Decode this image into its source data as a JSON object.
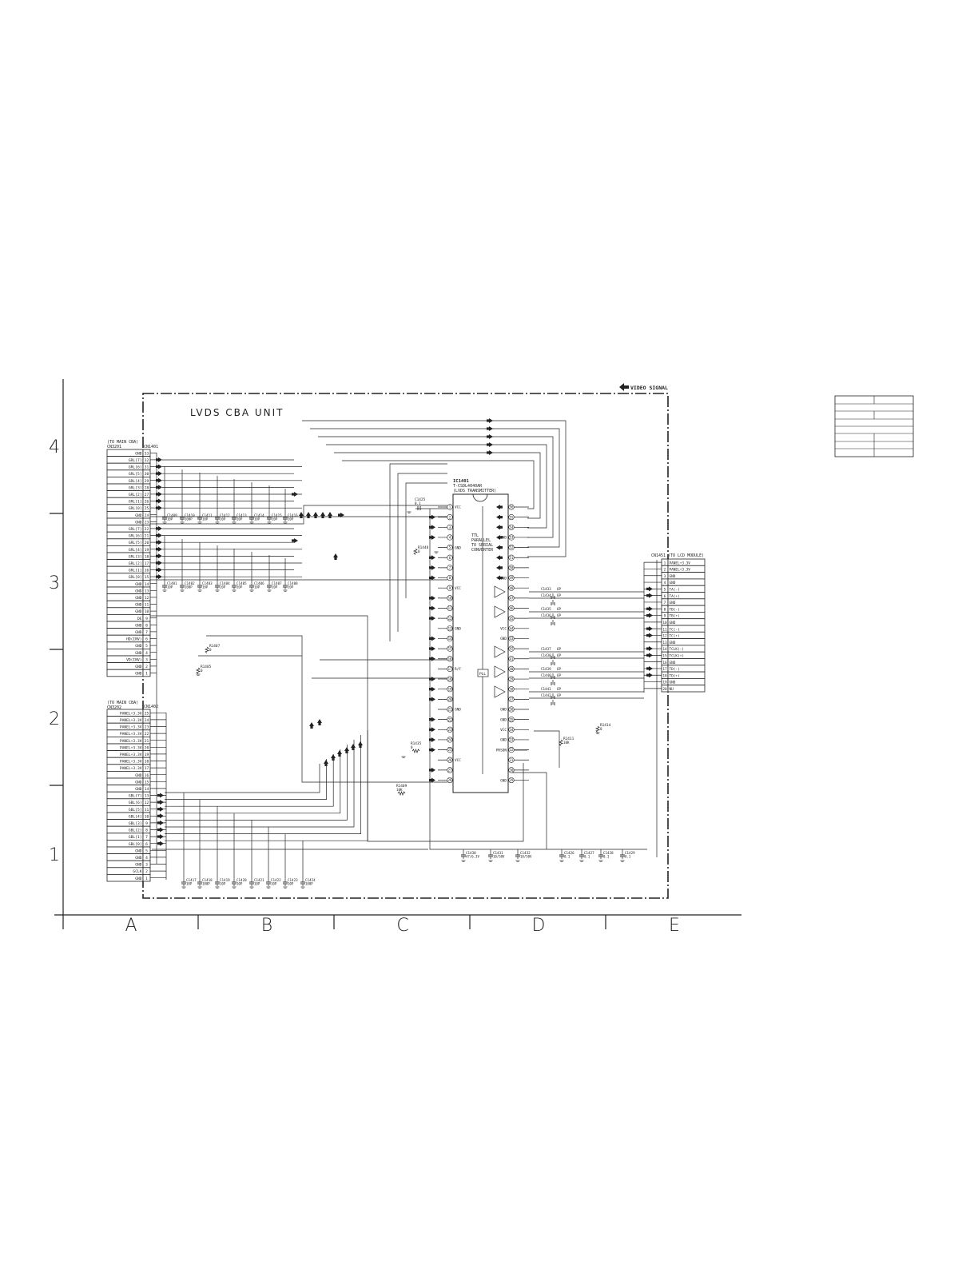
{
  "unit_title": "LVDS CBA UNIT",
  "legend_arrow": "VIDEO SIGNAL",
  "grid": {
    "rows": [
      "4",
      "3",
      "2",
      "1"
    ],
    "cols": [
      "A",
      "B",
      "C",
      "D",
      "E"
    ]
  },
  "cn1401": {
    "ref": "CN1401",
    "note1": "(TO MAIN CBA)",
    "note2": "CN3201",
    "pins": [
      {
        "n": "33",
        "s": "GND"
      },
      {
        "n": "32",
        "s": "GRL[7]"
      },
      {
        "n": "31",
        "s": "GRL[6]"
      },
      {
        "n": "30",
        "s": "GRL[5]"
      },
      {
        "n": "29",
        "s": "GRL[4]"
      },
      {
        "n": "28",
        "s": "GRL[3]"
      },
      {
        "n": "27",
        "s": "GRL[2]"
      },
      {
        "n": "26",
        "s": "GRL[1]"
      },
      {
        "n": "25",
        "s": "GRL[0]"
      },
      {
        "n": "24",
        "s": "GND"
      },
      {
        "n": "23",
        "s": "GND"
      },
      {
        "n": "22",
        "s": "GRL[7]"
      },
      {
        "n": "21",
        "s": "GRL[6]"
      },
      {
        "n": "20",
        "s": "GRL[5]"
      },
      {
        "n": "19",
        "s": "GRL[4]"
      },
      {
        "n": "18",
        "s": "GRL[3]"
      },
      {
        "n": "17",
        "s": "GRL[2]"
      },
      {
        "n": "16",
        "s": "GRL[1]"
      },
      {
        "n": "15",
        "s": "GRL[0]"
      },
      {
        "n": "14",
        "s": "GND"
      },
      {
        "n": "13",
        "s": "GND"
      },
      {
        "n": "12",
        "s": "GND"
      },
      {
        "n": "11",
        "s": "GND"
      },
      {
        "n": "10",
        "s": "GND"
      },
      {
        "n": "9",
        "s": "DE"
      },
      {
        "n": "8",
        "s": "GND"
      },
      {
        "n": "7",
        "s": "GND"
      },
      {
        "n": "6",
        "s": "HD(INV)"
      },
      {
        "n": "5",
        "s": "GND"
      },
      {
        "n": "4",
        "s": "GND"
      },
      {
        "n": "3",
        "s": "VD(INV)"
      },
      {
        "n": "2",
        "s": "GND"
      },
      {
        "n": "1",
        "s": "GND"
      }
    ]
  },
  "cn1402": {
    "ref": "CN1402",
    "note1": "(TO MAIN CBA)",
    "note2": "CN3202",
    "pins": [
      {
        "n": "25",
        "s": "PANEL+3.3V"
      },
      {
        "n": "24",
        "s": "PANEL+3.3V"
      },
      {
        "n": "23",
        "s": "PANEL+3.3V"
      },
      {
        "n": "22",
        "s": "PANEL+3.3V"
      },
      {
        "n": "21",
        "s": "PANEL+3.3V"
      },
      {
        "n": "20",
        "s": "PANEL+3.3V"
      },
      {
        "n": "19",
        "s": "PANEL+3.3V"
      },
      {
        "n": "18",
        "s": "PANEL+3.3V"
      },
      {
        "n": "17",
        "s": "PANEL+3.3V"
      },
      {
        "n": "16",
        "s": "GND"
      },
      {
        "n": "15",
        "s": "GND"
      },
      {
        "n": "14",
        "s": "GND"
      },
      {
        "n": "13",
        "s": "GBL[7]"
      },
      {
        "n": "12",
        "s": "GBL[6]"
      },
      {
        "n": "11",
        "s": "GBL[5]"
      },
      {
        "n": "10",
        "s": "GBL[4]"
      },
      {
        "n": "9",
        "s": "GBL[3]"
      },
      {
        "n": "8",
        "s": "GBL[2]"
      },
      {
        "n": "7",
        "s": "GBL[1]"
      },
      {
        "n": "6",
        "s": "GBL[0]"
      },
      {
        "n": "5",
        "s": "GND"
      },
      {
        "n": "4",
        "s": "GND"
      },
      {
        "n": "3",
        "s": "GND"
      },
      {
        "n": "2",
        "s": "GCLK"
      },
      {
        "n": "1",
        "s": "GND"
      }
    ]
  },
  "cn1451": {
    "ref": "CN1451",
    "note1": "(TO LCD MODULE)",
    "pins": [
      {
        "n": "1",
        "s": "PANEL+3.3V"
      },
      {
        "n": "2",
        "s": "PANEL+3.3V"
      },
      {
        "n": "3",
        "s": "GND"
      },
      {
        "n": "4",
        "s": "GND"
      },
      {
        "n": "5",
        "s": "TA(-)"
      },
      {
        "n": "6",
        "s": "TA(+)"
      },
      {
        "n": "7",
        "s": "GND"
      },
      {
        "n": "8",
        "s": "TB(-)"
      },
      {
        "n": "9",
        "s": "TB(+)"
      },
      {
        "n": "10",
        "s": "GND"
      },
      {
        "n": "11",
        "s": "TC(-)"
      },
      {
        "n": "12",
        "s": "TC(+)"
      },
      {
        "n": "13",
        "s": "GND"
      },
      {
        "n": "14",
        "s": "TCLK(-)"
      },
      {
        "n": "15",
        "s": "TCLK(+)"
      },
      {
        "n": "16",
        "s": "GND"
      },
      {
        "n": "17",
        "s": "TD(-)"
      },
      {
        "n": "18",
        "s": "TD(+)"
      },
      {
        "n": "19",
        "s": "GND"
      },
      {
        "n": "20",
        "s": "NU"
      }
    ]
  },
  "ic1401": {
    "ref": "IC1401",
    "part": "T-CSDL4040AR",
    "desc": "(LVDS TRANSMITTER)",
    "block1": "TTL",
    "block2": "PARALLEL",
    "block3": "TO SERIAL",
    "block4": "CONVERTER",
    "pll": "PLL",
    "left_pins": [
      {
        "n": "1",
        "s": "VCC"
      },
      {
        "n": "2",
        "s": ""
      },
      {
        "n": "3",
        "s": ""
      },
      {
        "n": "4",
        "s": ""
      },
      {
        "n": "5",
        "s": "GND"
      },
      {
        "n": "6",
        "s": ""
      },
      {
        "n": "7",
        "s": ""
      },
      {
        "n": "8",
        "s": ""
      },
      {
        "n": "9",
        "s": "VCC"
      },
      {
        "n": "10",
        "s": ""
      },
      {
        "n": "11",
        "s": ""
      },
      {
        "n": "12",
        "s": ""
      },
      {
        "n": "13",
        "s": "GND"
      },
      {
        "n": "14",
        "s": ""
      },
      {
        "n": "15",
        "s": ""
      },
      {
        "n": "16",
        "s": ""
      },
      {
        "n": "17",
        "s": "R/F"
      },
      {
        "n": "18",
        "s": ""
      },
      {
        "n": "19",
        "s": ""
      },
      {
        "n": "20",
        "s": ""
      },
      {
        "n": "21",
        "s": "GND"
      },
      {
        "n": "22",
        "s": ""
      },
      {
        "n": "23",
        "s": ""
      },
      {
        "n": "24",
        "s": ""
      },
      {
        "n": "25",
        "s": ""
      },
      {
        "n": "26",
        "s": "VCC"
      },
      {
        "n": "27",
        "s": ""
      },
      {
        "n": "28",
        "s": ""
      }
    ],
    "right_pins": [
      {
        "n": "56",
        "s": ""
      },
      {
        "n": "55",
        "s": ""
      },
      {
        "n": "54",
        "s": ""
      },
      {
        "n": "53",
        "s": "GND"
      },
      {
        "n": "52",
        "s": ""
      },
      {
        "n": "51",
        "s": ""
      },
      {
        "n": "50",
        "s": ""
      },
      {
        "n": "49",
        "s": "GND"
      },
      {
        "n": "48",
        "s": ""
      },
      {
        "n": "47",
        "s": ""
      },
      {
        "n": "46",
        "s": ""
      },
      {
        "n": "45",
        "s": ""
      },
      {
        "n": "44",
        "s": "VCC"
      },
      {
        "n": "43",
        "s": "GND"
      },
      {
        "n": "42",
        "s": ""
      },
      {
        "n": "41",
        "s": ""
      },
      {
        "n": "40",
        "s": ""
      },
      {
        "n": "39",
        "s": ""
      },
      {
        "n": "38",
        "s": ""
      },
      {
        "n": "37",
        "s": ""
      },
      {
        "n": "36",
        "s": "GND"
      },
      {
        "n": "35",
        "s": "GND"
      },
      {
        "n": "34",
        "s": "VCC"
      },
      {
        "n": "33",
        "s": "GND"
      },
      {
        "n": "32",
        "s": "PRSDN"
      },
      {
        "n": "31",
        "s": ""
      },
      {
        "n": "30",
        "s": ""
      },
      {
        "n": "29",
        "s": "GND"
      }
    ]
  },
  "caps_top_row1": [
    {
      "ref": "C1409",
      "val": "10P"
    },
    {
      "ref": "C1410",
      "val": "100P"
    },
    {
      "ref": "C1411",
      "val": "10P"
    },
    {
      "ref": "C1412",
      "val": "10P"
    },
    {
      "ref": "C1413",
      "val": "10P"
    },
    {
      "ref": "C1414",
      "val": "10P"
    },
    {
      "ref": "C1415",
      "val": "10P"
    },
    {
      "ref": "C1416",
      "val": "10P"
    }
  ],
  "caps_top_row2": [
    {
      "ref": "C1401",
      "val": "10P"
    },
    {
      "ref": "C1402",
      "val": "100P"
    },
    {
      "ref": "C1403",
      "val": "10P"
    },
    {
      "ref": "C1404",
      "val": "10P"
    },
    {
      "ref": "C1405",
      "val": "10P"
    },
    {
      "ref": "C1406",
      "val": "10P"
    },
    {
      "ref": "C1407",
      "val": "10P"
    },
    {
      "ref": "C1408",
      "val": "10P"
    }
  ],
  "caps_bottom": [
    {
      "ref": "C1417",
      "val": "10P"
    },
    {
      "ref": "C1418",
      "val": "100P"
    },
    {
      "ref": "C1419",
      "val": "10P"
    },
    {
      "ref": "C1420",
      "val": "10P"
    },
    {
      "ref": "C1421",
      "val": "10P"
    },
    {
      "ref": "C1422",
      "val": "10P"
    },
    {
      "ref": "C1423",
      "val": "10P"
    },
    {
      "ref": "C1424",
      "val": "100P"
    }
  ],
  "caps_power": [
    {
      "ref": "C1430",
      "val": "47/6.3V"
    },
    {
      "ref": "C1431",
      "val": "10/50V"
    },
    {
      "ref": "C1432",
      "val": "10/50V"
    },
    {
      "ref": "C1426",
      "val": "0.1"
    },
    {
      "ref": "C1427",
      "val": "0.1"
    },
    {
      "ref": "C1428",
      "val": "0.1"
    },
    {
      "ref": "C1429",
      "val": "0.1"
    }
  ],
  "caps_out": [
    {
      "ref": "C1433",
      "val": "6P"
    },
    {
      "ref": "C1434",
      "val": "6P"
    },
    {
      "ref": "C1435",
      "val": "6P"
    },
    {
      "ref": "C1436",
      "val": "6P"
    },
    {
      "ref": "C1437",
      "val": "6P"
    },
    {
      "ref": "C1438",
      "val": "6P"
    },
    {
      "ref": "C1439",
      "val": "6P"
    },
    {
      "ref": "C1440",
      "val": "6P"
    },
    {
      "ref": "C1441",
      "val": "6P"
    },
    {
      "ref": "C1442",
      "val": "6P"
    }
  ],
  "c1425": {
    "ref": "C1425",
    "val": "0.1"
  },
  "resistors": [
    {
      "ref": "R1448",
      "val": "0"
    },
    {
      "ref": "R1407",
      "val": "0"
    },
    {
      "ref": "R1405",
      "val": "0"
    },
    {
      "ref": "R1435",
      "val": "0"
    },
    {
      "ref": "R1409",
      "val": "10K"
    },
    {
      "ref": "R1411",
      "val": "10K"
    },
    {
      "ref": "R1414",
      "val": "0"
    }
  ]
}
